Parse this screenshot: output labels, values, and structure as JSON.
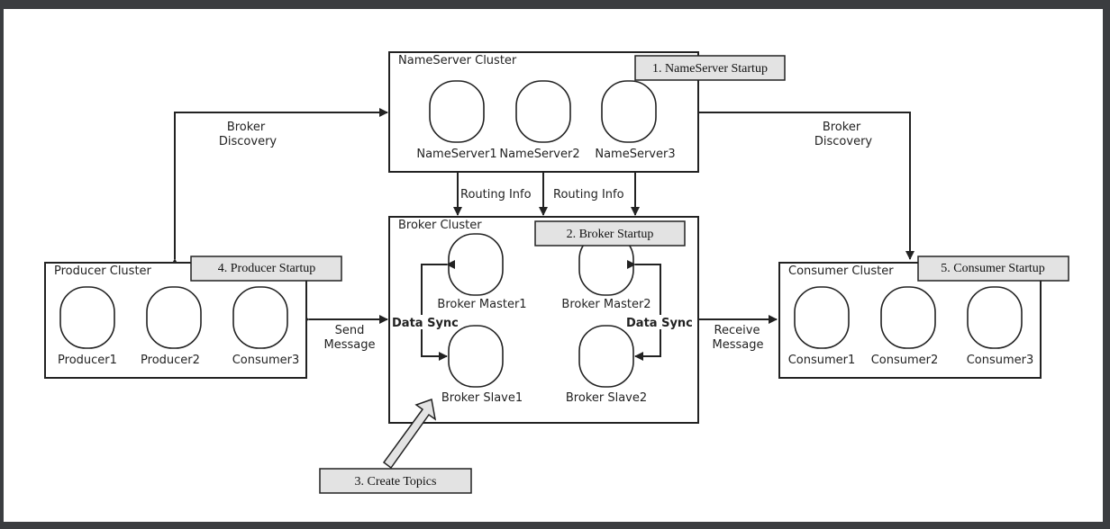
{
  "clusters": {
    "nameserver": {
      "title": "NameServer Cluster",
      "nodes": [
        "NameServer1",
        "NameServer2",
        "NameServer3"
      ]
    },
    "broker": {
      "title": "Broker Cluster",
      "masters": [
        "Broker Master1",
        "Broker Master2"
      ],
      "slaves": [
        "Broker Slave1",
        "Broker Slave2"
      ]
    },
    "producer": {
      "title": "Producer Cluster",
      "nodes": [
        "Producer1",
        "Producer2",
        "Consumer3"
      ]
    },
    "consumer": {
      "title": "Consumer Cluster",
      "nodes": [
        "Consumer1",
        "Consumer2",
        "Consumer3"
      ]
    }
  },
  "steps": {
    "s1": "1. NameServer Startup",
    "s2": "2. Broker Startup",
    "s3": "3. Create Topics",
    "s4": "4. Producer Startup",
    "s5": "5. Consumer Startup"
  },
  "edges": {
    "broker_discovery_left": [
      "Broker",
      "Discovery"
    ],
    "broker_discovery_right": [
      "Broker",
      "Discovery"
    ],
    "routing_info_left": "Routing Info",
    "routing_info_right": "Routing Info",
    "data_sync_left": "Data Sync",
    "data_sync_right": "Data Sync",
    "send_message": [
      "Send",
      "Message"
    ],
    "receive_message": [
      "Receive",
      "Message"
    ]
  }
}
